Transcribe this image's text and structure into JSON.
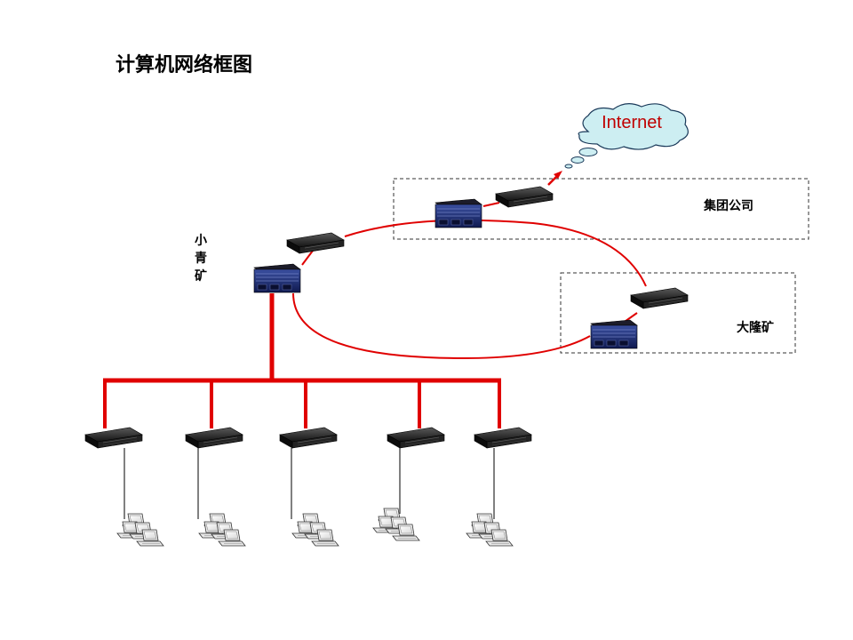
{
  "title": "计算机网络框图",
  "cloud": {
    "label": "Internet"
  },
  "sites": {
    "group": {
      "label": "集团公司"
    },
    "dalong": {
      "label": "大隆矿"
    },
    "xiaoqing": {
      "label_chars": [
        "小",
        "青",
        "矿"
      ]
    }
  },
  "colors": {
    "link": "#e00000",
    "ring": "#e00000",
    "cloud_fill": "#cdeef2",
    "cloud_text": "#c00000",
    "device": "#1c1c1c",
    "core": "#1a2a6a"
  },
  "icons": {
    "switch": "network-switch-icon",
    "core": "core-switch-icon",
    "pc": "workstation-icon",
    "cloud": "cloud-icon"
  },
  "branches": 5
}
